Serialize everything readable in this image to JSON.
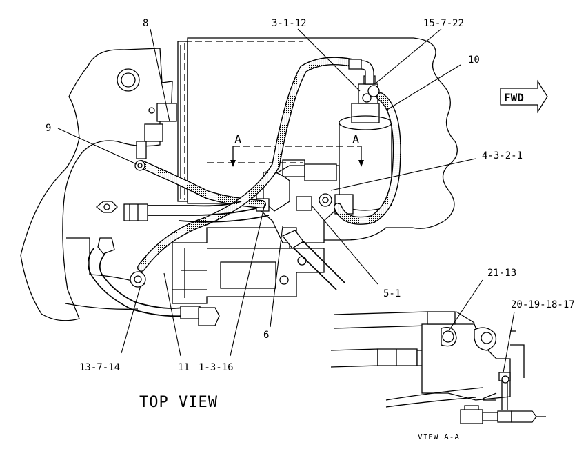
{
  "callouts": {
    "c8": "8",
    "c3_1_12": "3-1-12",
    "c15_7_22": "15-7-22",
    "c10": "10",
    "c9": "9",
    "c4_3_2_1": "4-3-2-1",
    "c5_1": "5-1",
    "c6": "6",
    "c13_7_14": "13-7-14",
    "c11": "11",
    "c1_3_16": "1-3-16",
    "c21_13": "21-13",
    "c20_19_18_17": "20-19-18-17"
  },
  "section_marks": {
    "left": "A",
    "right": "A"
  },
  "fwd_label": "FWD",
  "titles": {
    "top_view": "TOP VIEW",
    "view_aa": "VIEW A-A"
  }
}
